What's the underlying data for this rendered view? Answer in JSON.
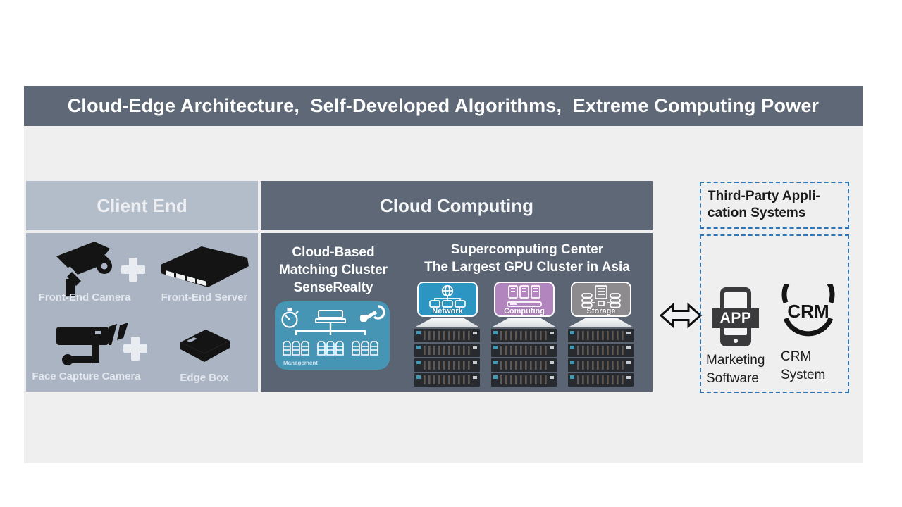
{
  "banner": {
    "title": "Cloud-Edge Architecture,  Self-Developed Algorithms,  Extreme Computing Power"
  },
  "client_end": {
    "header": "Client End",
    "items": [
      {
        "label": "Front-End Camera"
      },
      {
        "label": "Front-End Server"
      },
      {
        "label": "Face Capture Camera"
      },
      {
        "label": "Edge Box"
      }
    ]
  },
  "cloud": {
    "header": "Cloud Computing",
    "matching_cluster": {
      "title_lines": [
        "Cloud-Based",
        "Matching Cluster",
        "SenseRealty"
      ],
      "management_label": "Management"
    },
    "supercomputing": {
      "title_lines": [
        "Supercomputing Center",
        "The Largest GPU Cluster in Asia"
      ],
      "capabilities": [
        {
          "label": "Network",
          "color": "#2d95c2"
        },
        {
          "label": "Computing",
          "color": "#b285bf"
        },
        {
          "label": "Storage",
          "color": "#8d8b8e"
        }
      ]
    }
  },
  "third_party": {
    "title_lines": [
      "Third-Party Appli-",
      "cation Systems"
    ],
    "apps": [
      {
        "badge": "APP",
        "label_lines": [
          "Marketing",
          "Software"
        ]
      },
      {
        "badge": "CRM",
        "label_lines": [
          "CRM",
          "System"
        ]
      }
    ]
  },
  "icons": {
    "front_end_camera": "cctv-camera-silhouette",
    "front_end_server": "rack-server-silhouette",
    "face_capture_camera": "bullet-camera-silhouette",
    "edge_box": "edge-device-silhouette",
    "plus": "+",
    "stopwatch": "timer",
    "management_server": "server",
    "maintenance": "hand-with-wrench",
    "network": "globe-with-nodes",
    "computing": "server-towers",
    "storage": "disk-arrays",
    "double_arrow": "left-right-arrow",
    "app": "smartphone-with-app-banner",
    "crm": "crm-in-circle-arcs"
  },
  "colors": {
    "banner_bg": "#5e6876",
    "panel_bg": "#efeff0",
    "client_header_bg": "#b3bdc9",
    "client_body_bg": "#aab4c3",
    "cloud_header_bg": "#5e6876",
    "cloud_body_bg": "#5a6473",
    "management_bg": "#4795b5",
    "dashed_border": "#2e75b6",
    "icon_black": "#141414"
  }
}
